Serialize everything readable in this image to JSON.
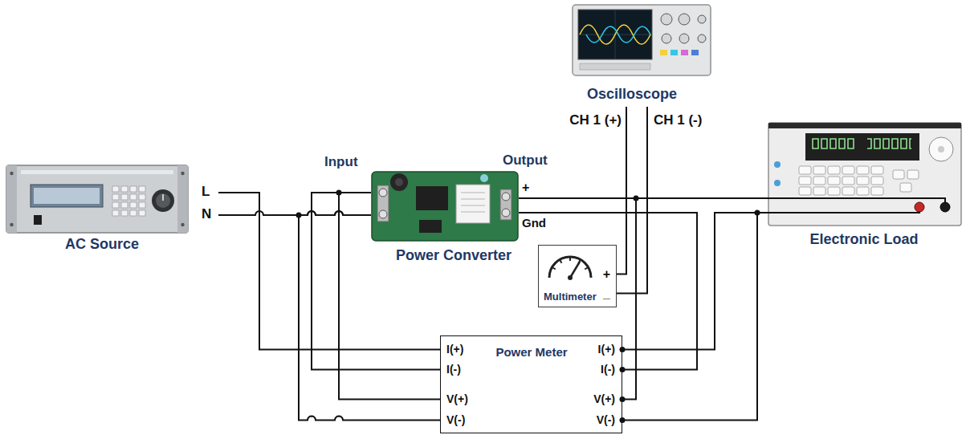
{
  "diagram": {
    "nodes": [
      {
        "text": [
          "Oscilloscope"
        ]
      },
      {
        "text": [
          "AC Source"
        ]
      },
      {
        "text": [
          "Power Converter"
        ]
      },
      {
        "text": [
          "Electronic Load"
        ]
      },
      {
        "text": [
          "Multimeter",
          "+",
          "_"
        ]
      },
      {
        "text": [
          "Power Meter",
          "I(+)",
          "I(-)",
          "V(+)",
          "V(-)",
          "I(+)",
          "I(-)",
          "V(+)",
          "V(-)"
        ]
      }
    ],
    "edges": [
      {
        "from": 1,
        "to": 5,
        "arrow": "none"
      },
      {
        "from": 5,
        "to": 2,
        "arrow": "none"
      },
      {
        "from": 1,
        "to": 2,
        "arrow": "none"
      },
      {
        "from": 5,
        "to": 2,
        "arrow": "none"
      },
      {
        "from": 5,
        "to": 2,
        "arrow": "none"
      },
      {
        "from": 2,
        "to": 3,
        "arrow": "none"
      },
      {
        "from": 2,
        "to": 5,
        "arrow": "none"
      },
      {
        "from": 5,
        "to": 3,
        "arrow": "none"
      },
      {
        "from": 5,
        "to": 2,
        "arrow": "none"
      },
      {
        "from": 5,
        "to": 3,
        "arrow": "none"
      },
      {
        "from": 0,
        "to": 4,
        "arrow": "none"
      },
      {
        "from": 0,
        "to": 4,
        "arrow": "none"
      }
    ],
    "labels": [
      "CH 1 (+)",
      "CH 1 (-)",
      "Input",
      "Output",
      "L",
      "N",
      "+",
      "Gnd"
    ]
  }
}
